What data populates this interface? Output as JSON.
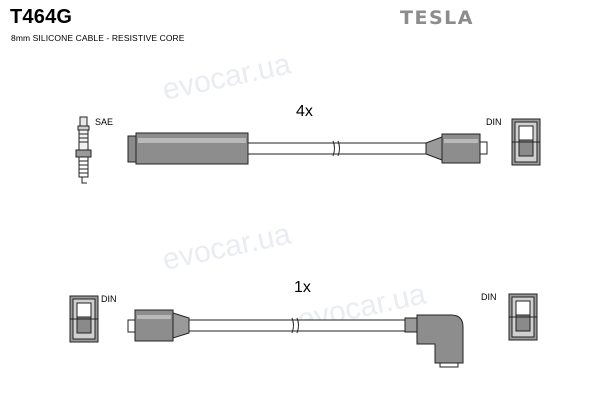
{
  "header": {
    "part_number": "T464G",
    "spec": "8mm SILICONE CABLE - RESISTIVE CORE",
    "brand": "TESLA"
  },
  "watermark": "evocar.ua",
  "sets": [
    {
      "quantity": "4x",
      "left_connector": "SAE",
      "right_connector": "DIN"
    },
    {
      "quantity": "1x",
      "left_connector": "DIN",
      "right_connector": "DIN"
    }
  ],
  "colors": {
    "boot": "#8a8a8a",
    "boot_light": "#b9b9b9",
    "line": "#222222",
    "brand": "#8c8c8c"
  }
}
